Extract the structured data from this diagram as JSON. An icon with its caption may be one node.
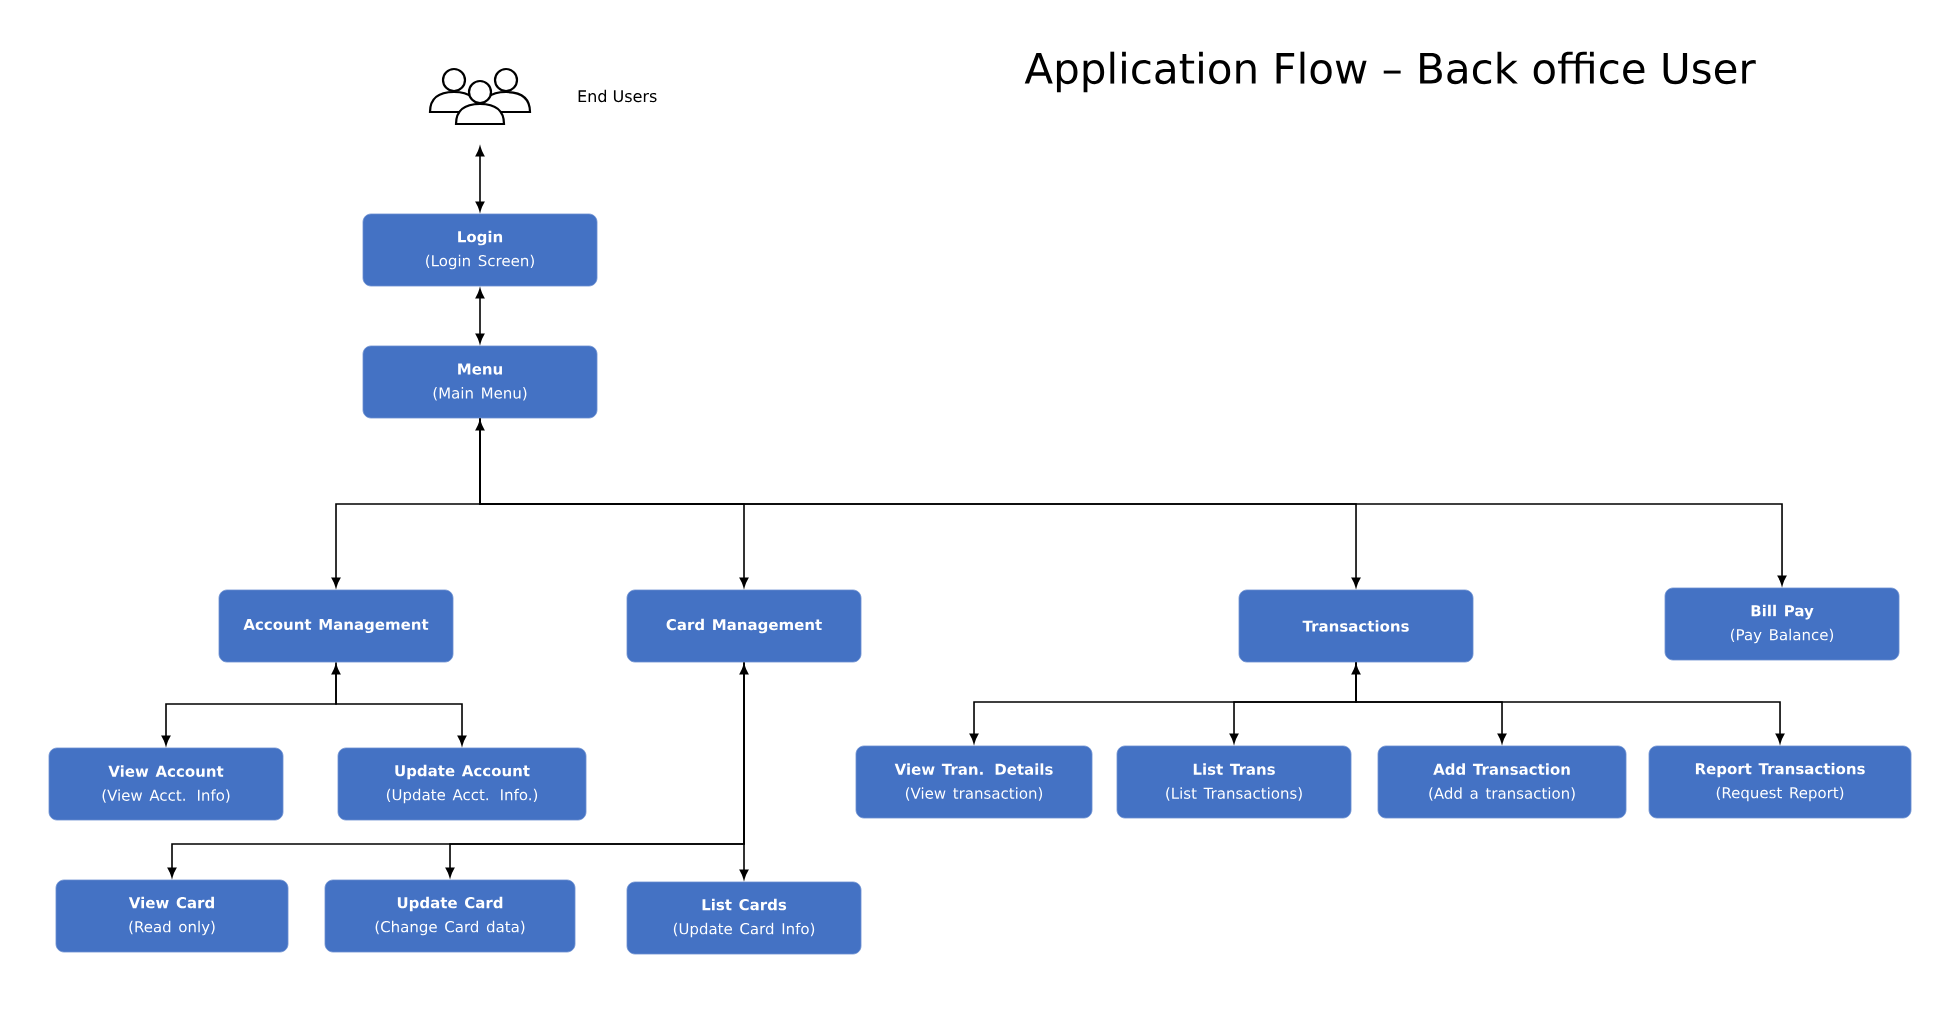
{
  "diagram": {
    "title": "Application Flow – Back office User",
    "nodes": [
      {
        "text": [],
        "shape": "person",
        "beside": [
          "End Users"
        ]
      },
      {
        "text": [
          "Login",
          "(Login Screen)"
        ]
      },
      {
        "text": [
          "Menu",
          "(Main Menu)"
        ]
      },
      {
        "text": [
          "Account Management"
        ]
      },
      {
        "text": [
          "Card Management"
        ]
      },
      {
        "text": [
          "Transactions"
        ]
      },
      {
        "text": [
          "Bill Pay",
          "(Pay Balance)"
        ]
      },
      {
        "text": [
          "View Account",
          "(View Acct. Info)"
        ]
      },
      {
        "text": [
          "Update Account",
          "(Update Acct. Info.)"
        ]
      },
      {
        "text": [
          "View Tran. Details",
          "(View transaction)"
        ]
      },
      {
        "text": [
          "List Trans",
          "(List Transactions)"
        ]
      },
      {
        "text": [
          "Add Transaction",
          "(Add a transaction)"
        ]
      },
      {
        "text": [
          "Report Transactions",
          "(Request Report)"
        ]
      },
      {
        "text": [
          "View Card",
          "(Read only)"
        ]
      },
      {
        "text": [
          "Update Card",
          "(Change Card data)"
        ]
      },
      {
        "text": [
          "List Cards",
          "(Update Card Info)"
        ]
      }
    ],
    "edges": [
      {
        "from": 0,
        "to": 1,
        "arrow": "both"
      },
      {
        "from": 1,
        "to": 2,
        "arrow": "both"
      },
      {
        "from": 2,
        "to": 3,
        "arrow": "both"
      },
      {
        "from": 2,
        "to": 4,
        "arrow": "to"
      },
      {
        "from": 2,
        "to": 5,
        "arrow": "to"
      },
      {
        "from": 2,
        "to": 6,
        "arrow": "to"
      },
      {
        "from": 3,
        "to": 7,
        "arrow": "both"
      },
      {
        "from": 3,
        "to": 8,
        "arrow": "to"
      },
      {
        "from": 5,
        "to": 9,
        "arrow": "both"
      },
      {
        "from": 5,
        "to": 10,
        "arrow": "to"
      },
      {
        "from": 5,
        "to": 11,
        "arrow": "to"
      },
      {
        "from": 5,
        "to": 12,
        "arrow": "to"
      },
      {
        "from": 4,
        "to": 13,
        "arrow": "both"
      },
      {
        "from": 4,
        "to": 14,
        "arrow": "to"
      },
      {
        "from": 4,
        "to": 15,
        "arrow": "to"
      }
    ]
  }
}
